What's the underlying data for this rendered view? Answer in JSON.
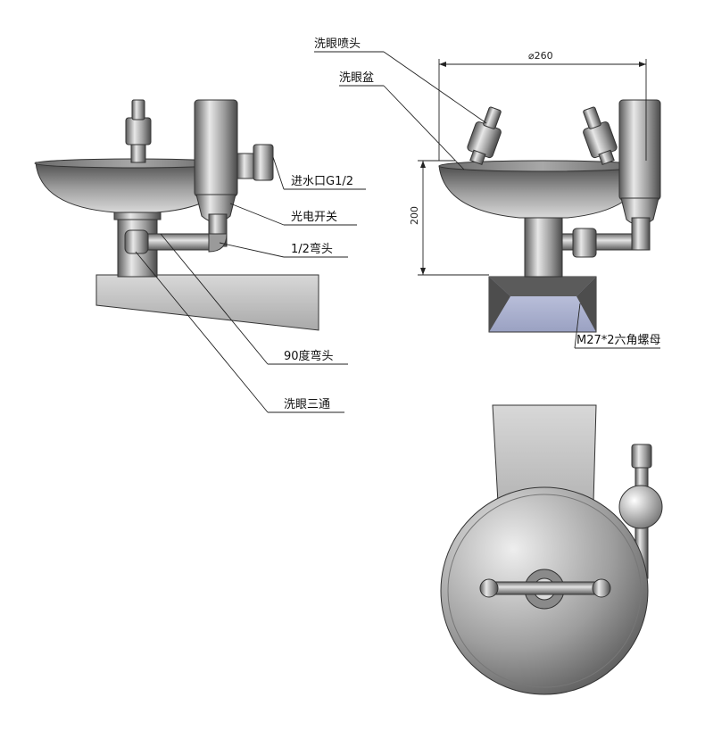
{
  "labels": {
    "eyewash_nozzle": "洗眼喷头",
    "eyewash_bowl": "洗眼盆",
    "inlet": "进水口G1/2",
    "photo_switch": "光电开关",
    "half_elbow": "1/2弯头",
    "elbow_90": "90度弯头",
    "tee": "洗眼三通",
    "hex_nut": "M27*2六角螺母"
  },
  "dimensions": {
    "diameter": "⌀260",
    "height": "200"
  },
  "colors": {
    "metal_dark": "#5f5f5f",
    "metal_mid": "#9a9a9a",
    "metal_light": "#e6e6e6",
    "bracket": "#c4c4c4",
    "nut_face": "#b9bfd9",
    "line": "#222222"
  }
}
